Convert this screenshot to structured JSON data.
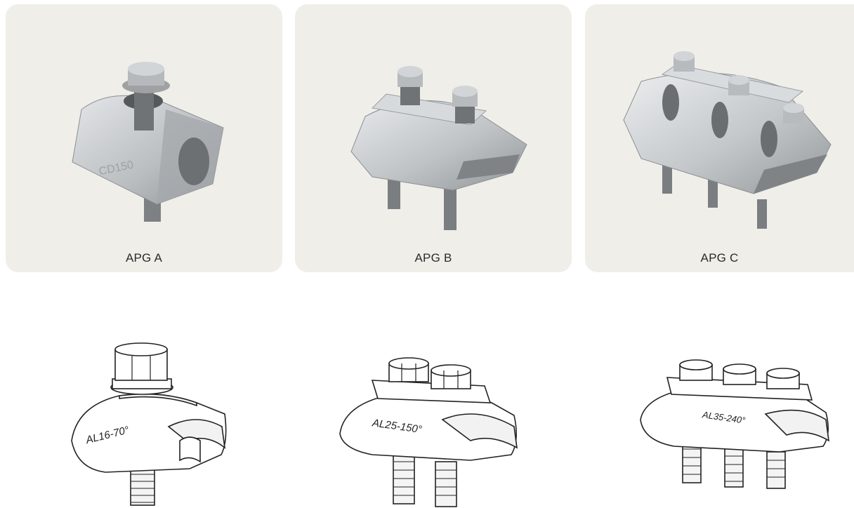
{
  "products": [
    {
      "label": "APG A",
      "marking": "AL16-70°",
      "photo_marking": "CD150"
    },
    {
      "label": "APG B",
      "marking": "AL25-150°"
    },
    {
      "label": "APG C",
      "marking": "AL35-240°"
    }
  ],
  "colors": {
    "card_background": "#efeee9",
    "metal": "#c9ccce",
    "line_art": "#222222"
  }
}
